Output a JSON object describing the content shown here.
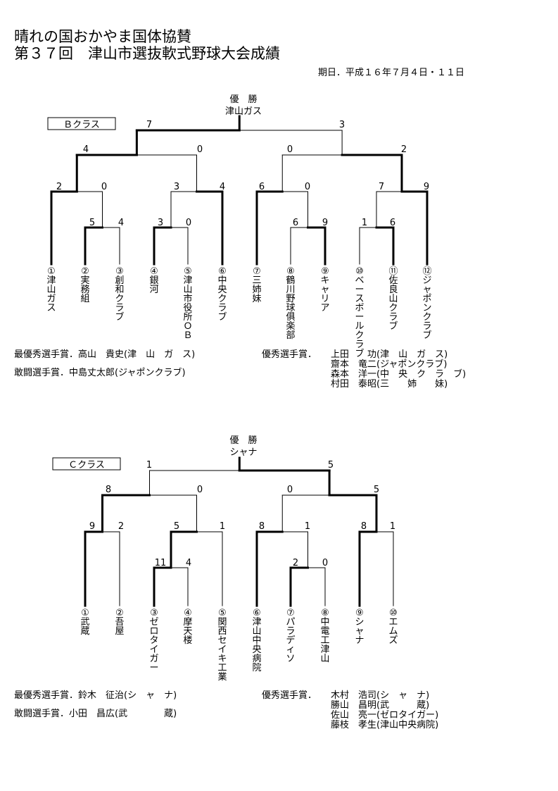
{
  "header": {
    "title1": "晴れの国おかやま国体協賛",
    "title2": "第３７回　津山市選抜軟式野球大会成績",
    "date": "期日．平成１６年７月４日・１１日"
  },
  "brackets": [
    {
      "class_label": "Ｂクラス",
      "champion_label": "優　勝",
      "champion": "津山ガス",
      "teams": [
        "①津山ガス",
        "②実務組",
        "③創和クラブ",
        "④銀河",
        "⑤津山市役所ＯＢ",
        "⑥中央クラブ",
        "⑦三姉妹",
        "⑧鶴川野球俱楽部",
        "⑨キャリア",
        "⑩ベースボールクラブ",
        "⑪佐良山クラブ",
        "⑫ジャポンクラブ"
      ],
      "scores": {
        "r1": [
          "5",
          "4",
          "3",
          "0",
          "6",
          "9",
          "1",
          "6"
        ],
        "r2": [
          "2",
          "0",
          "3",
          "4",
          "6",
          "0",
          "7",
          "9"
        ],
        "r3": [
          "4",
          "0",
          "0",
          "2"
        ],
        "final": [
          "7",
          "3"
        ]
      },
      "awards": {
        "mvp_label": "最優秀選手賞．",
        "mvp": "高山　貴史(津　山　ガ　ス)",
        "fighting_label": "敢闘選手賞．",
        "fighting": "中島丈太郎(ジャポンクラブ)",
        "excellent_label": "優秀選手賞．",
        "excellent": [
          "上田　　功(津　山　ガ　ス)",
          "齋本　竜二(ジャポンクラブ)",
          "森本　洋一(中　央　ク　ラ　ブ)",
          "村田　泰昭(三　　姉　　妹)"
        ]
      }
    },
    {
      "class_label": "Ｃクラス",
      "champion_label": "優　勝",
      "champion": "シャナ",
      "teams": [
        "①武蔵",
        "②吾屋",
        "③ゼロタイガー",
        "④摩天楼",
        "⑤関西セイキ工業",
        "⑥津山中央病院",
        "⑦パラディソ",
        "⑧中電工津山",
        "⑨シャナ",
        "⑩エムズ"
      ],
      "scores": {
        "r1": [
          "11",
          "4",
          "2",
          "0"
        ],
        "r2": [
          "9",
          "2",
          "5",
          "1",
          "8",
          "1",
          "8",
          "1"
        ],
        "r3": [
          "8",
          "0",
          "0",
          "5"
        ],
        "final": [
          "1",
          "5"
        ]
      },
      "awards": {
        "mvp_label": "最優秀選手賞．",
        "mvp": "鈴木　征治(シ　ャ　ナ)",
        "fighting_label": "敢闘選手賞．",
        "fighting": "小田　昌広(武　　　　蔵)",
        "excellent_label": "優秀選手賞．",
        "excellent": [
          "木村　浩司(シ　ャ　ナ)",
          "勝山　昌明(武　　　蔵)",
          "佐山　亮一(ゼロタイガー)",
          "藤枝　孝生(津山中央病院)"
        ]
      }
    }
  ]
}
